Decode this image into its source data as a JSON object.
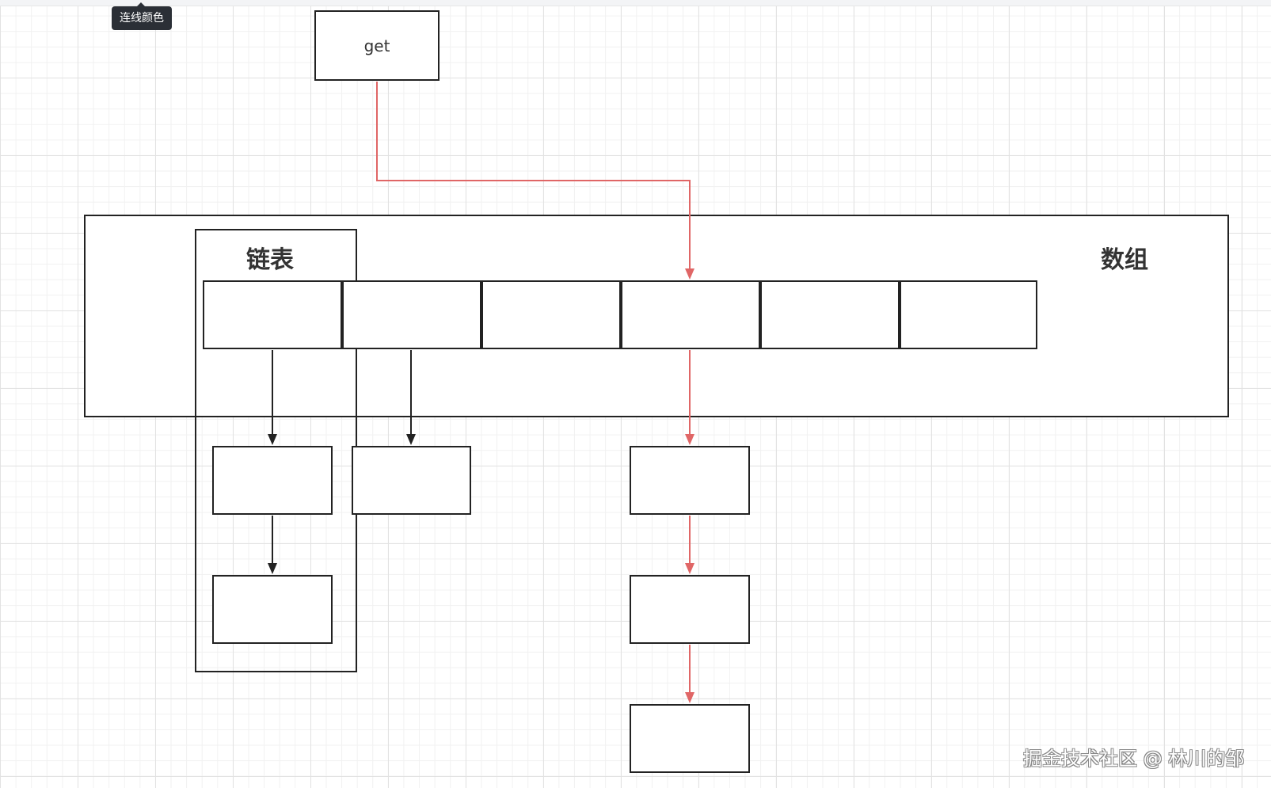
{
  "tooltip": "连线颜色",
  "get_node": {
    "label": "get"
  },
  "array_container": {
    "label": "数组"
  },
  "linked_list_container": {
    "label": "链表"
  },
  "array_slot_count": 6,
  "watermark": "掘金技术社区 @ 林川的邹",
  "colors": {
    "highlight": "#e06666",
    "stroke": "#222222"
  }
}
